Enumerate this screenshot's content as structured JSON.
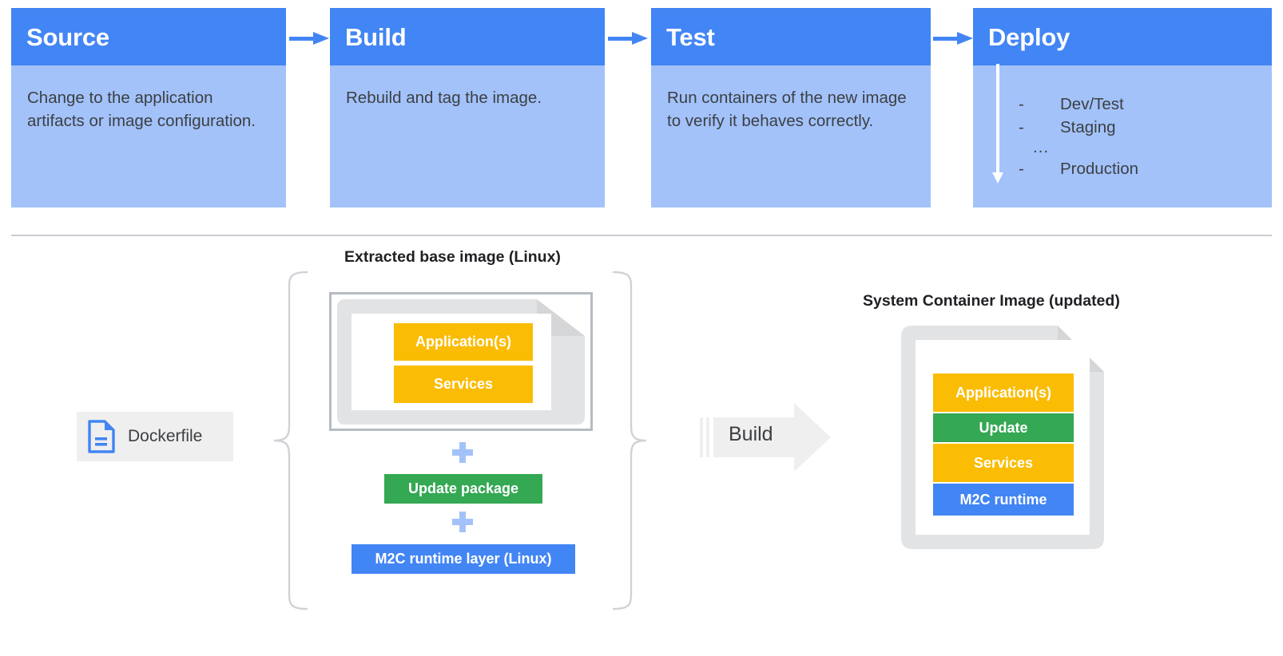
{
  "colors": {
    "header_blue": "#4285F4",
    "body_blue": "#A3C2FA",
    "orange": "#FBBC04",
    "green": "#34A853",
    "blue": "#4285F4",
    "gray_doc": "#E2E3E5",
    "gray_frame": "#B6BCC2",
    "divider": "#C9CDD1",
    "text_dark": "#3C4043"
  },
  "pipeline": {
    "stages": [
      {
        "title": "Source",
        "body": "Change to the application artifacts or image configuration."
      },
      {
        "title": "Build",
        "body": "Rebuild and tag the image."
      },
      {
        "title": "Test",
        "body": "Run containers of the new image to verify it behaves correctly."
      },
      {
        "title": "Deploy",
        "body": ""
      }
    ],
    "deploy": {
      "dash": "-",
      "ellipsis": "...",
      "environments": [
        "Dev/Test",
        "Staging",
        "Production"
      ]
    }
  },
  "build_section": {
    "dockerfile_label": "Dockerfile",
    "base_image_label": "Extracted base image (Linux)",
    "container_image_label": "System Container Image (updated)",
    "build_arrow_label": "Build",
    "plus_symbol": "+",
    "base_layers": [
      {
        "label": "Application(s)",
        "color": "#FBBC04"
      },
      {
        "label": "Services",
        "color": "#FBBC04"
      }
    ],
    "added_layers": [
      {
        "label": "Update package",
        "color": "#34A853"
      },
      {
        "label": "M2C runtime layer (Linux)",
        "color": "#4285F4"
      }
    ],
    "result_layers": [
      {
        "label": "Application(s)",
        "color": "#FBBC04"
      },
      {
        "label": "Update",
        "color": "#34A853"
      },
      {
        "label": "Services",
        "color": "#FBBC04"
      },
      {
        "label": "M2C runtime",
        "color": "#4285F4"
      }
    ]
  }
}
